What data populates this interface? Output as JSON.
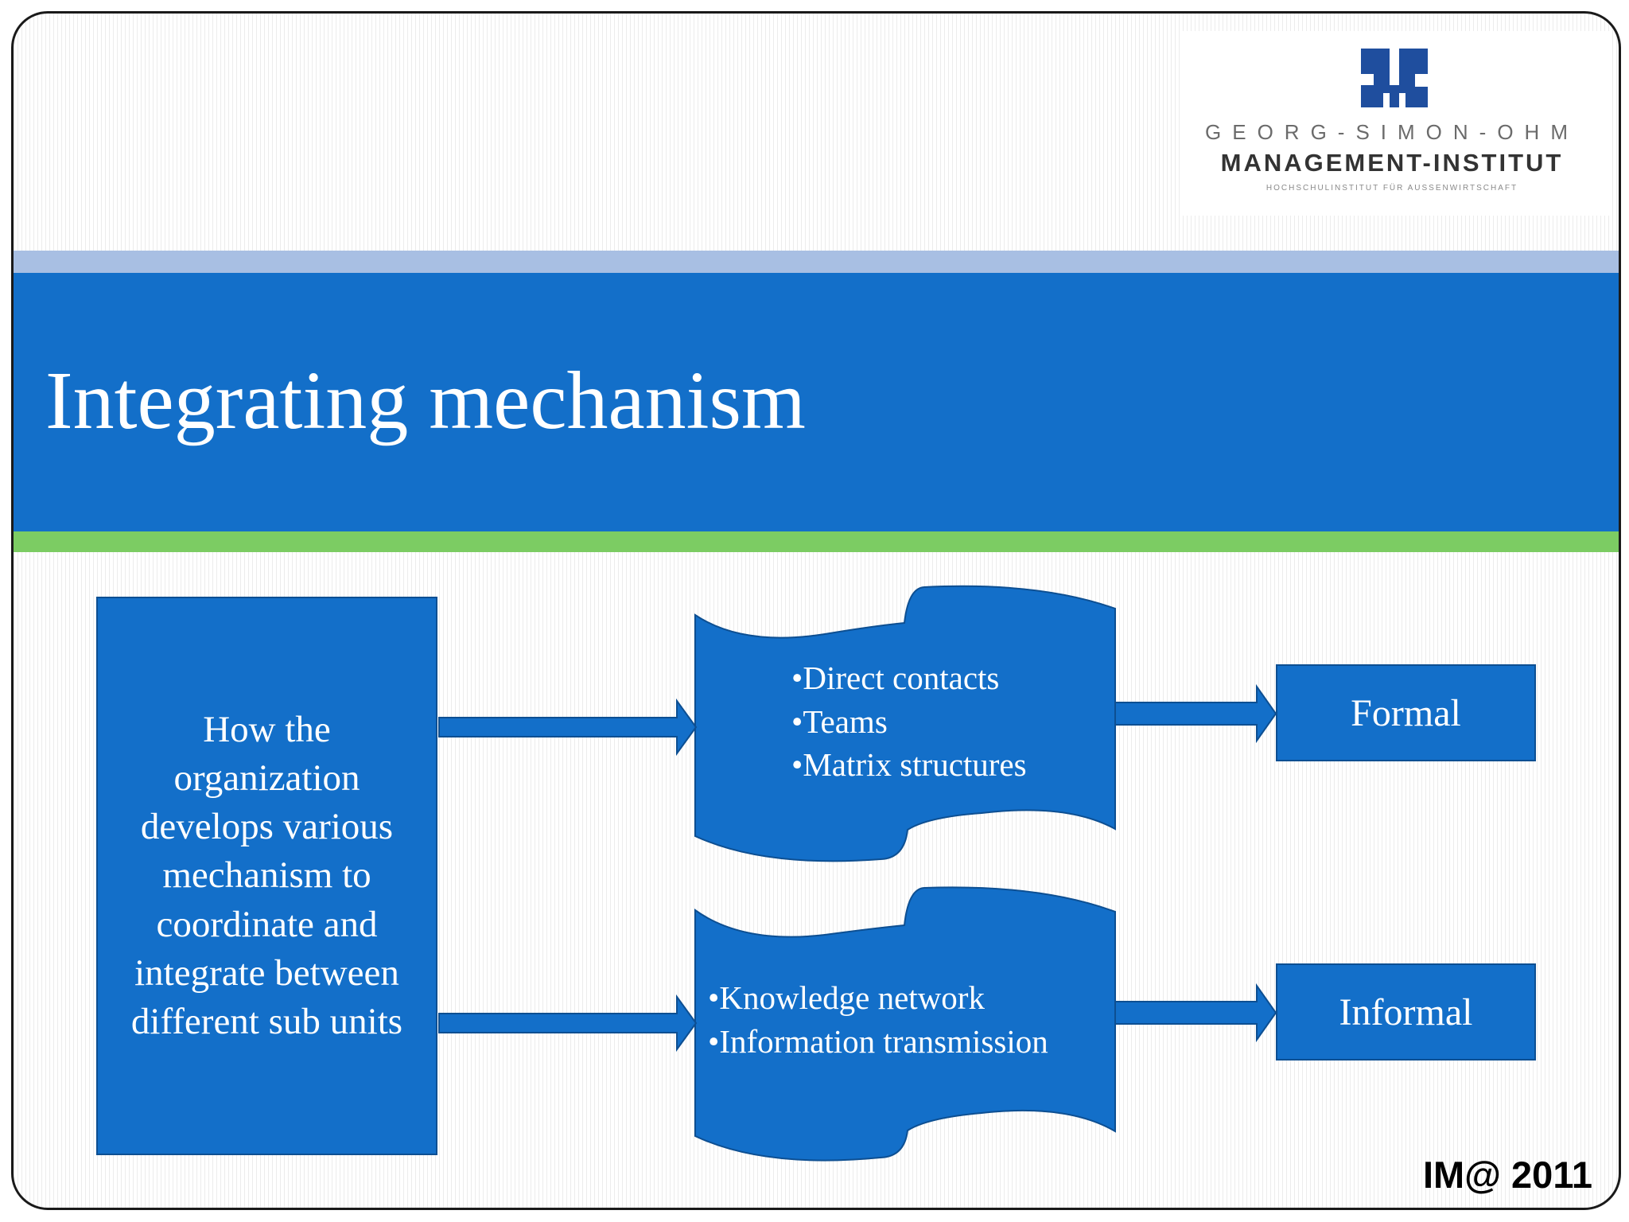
{
  "logo": {
    "line1": "GEORG-SIMON-OHM",
    "line2": "MANAGEMENT-INSTITUT",
    "line3": "HOCHSCHULINSTITUT FÜR AUSSENWIRTSCHAFT",
    "mark_color": "#1f4e9e"
  },
  "title": "Integrating mechanism",
  "diagram": {
    "source": "How the organization develops various mechanism to coordinate and integrate between different sub units",
    "formal_group": [
      "•Direct contacts",
      "•Teams",
      "•Matrix structures"
    ],
    "informal_group": [
      "•Knowledge network",
      "•Information transmission"
    ],
    "formal_label": "Formal",
    "informal_label": "Informal"
  },
  "footer": "IM@ 2011",
  "colors": {
    "shape_fill": "#136fc9",
    "title_band": "#136fc9",
    "top_accent": "#a8bfe3",
    "bottom_accent": "#7ccc63"
  }
}
